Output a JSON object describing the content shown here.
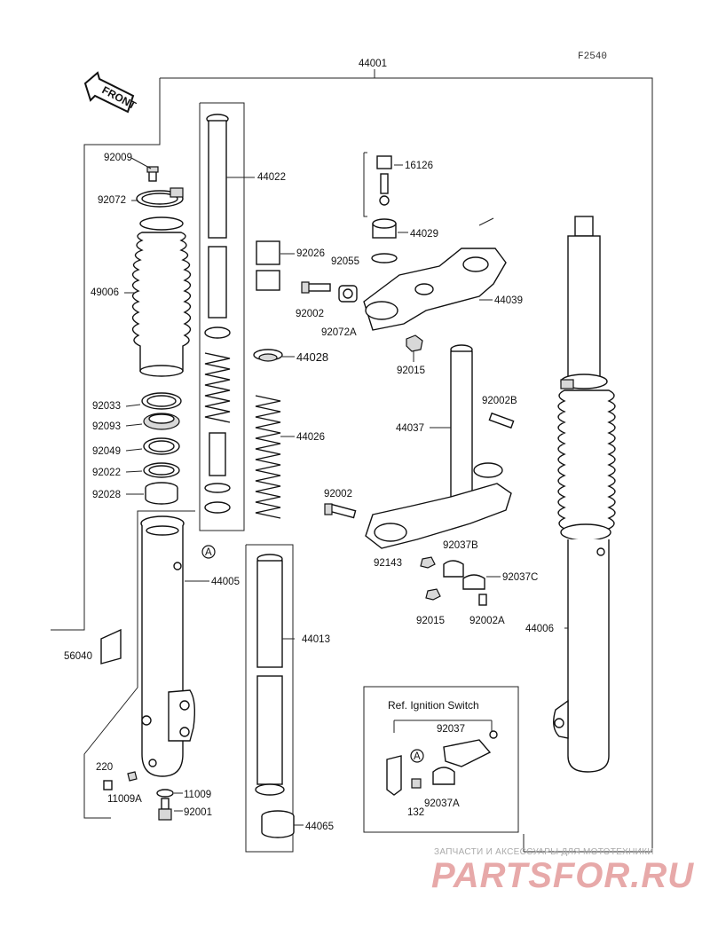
{
  "figure_code": "F2540",
  "front_label": "FRONT",
  "ref_box_title": "Ref. Ignition Switch",
  "callout_A": "A",
  "parts": {
    "assy": "44001",
    "p16126": "16126",
    "p44029": "44029",
    "p92055": "92055",
    "p44039": "44039",
    "p92002_top": "92002",
    "p92072A": "92072A",
    "p92015_top": "92015",
    "p92009": "92009",
    "p92072": "92072",
    "p49006": "49006",
    "p92033": "92033",
    "p92093": "92093",
    "p92049": "92049",
    "p92022": "92022",
    "p92028": "92028",
    "p44005": "44005",
    "p56040": "56040",
    "p220": "220",
    "p11009A": "11009A",
    "p11009": "11009",
    "p92001": "92001",
    "p44022": "44022",
    "p92026": "92026",
    "p44028": "44028",
    "p44026": "44026",
    "p44013": "44013",
    "p44065": "44065",
    "p44037": "44037",
    "p92002B": "92002B",
    "p92002_bot": "92002",
    "p92037B": "92037B",
    "p92143": "92143",
    "p92037C": "92037C",
    "p92015_bot": "92015",
    "p92002A": "92002A",
    "p44006": "44006",
    "p92037": "92037",
    "p132": "132",
    "p92037A": "92037A"
  },
  "watermark": {
    "subtitle": "ЗАПЧАСТИ И АКСЕССУАРЫ ДЛЯ МОТОТЕХНИКИ",
    "logo": "PARTSFOR.RU"
  }
}
